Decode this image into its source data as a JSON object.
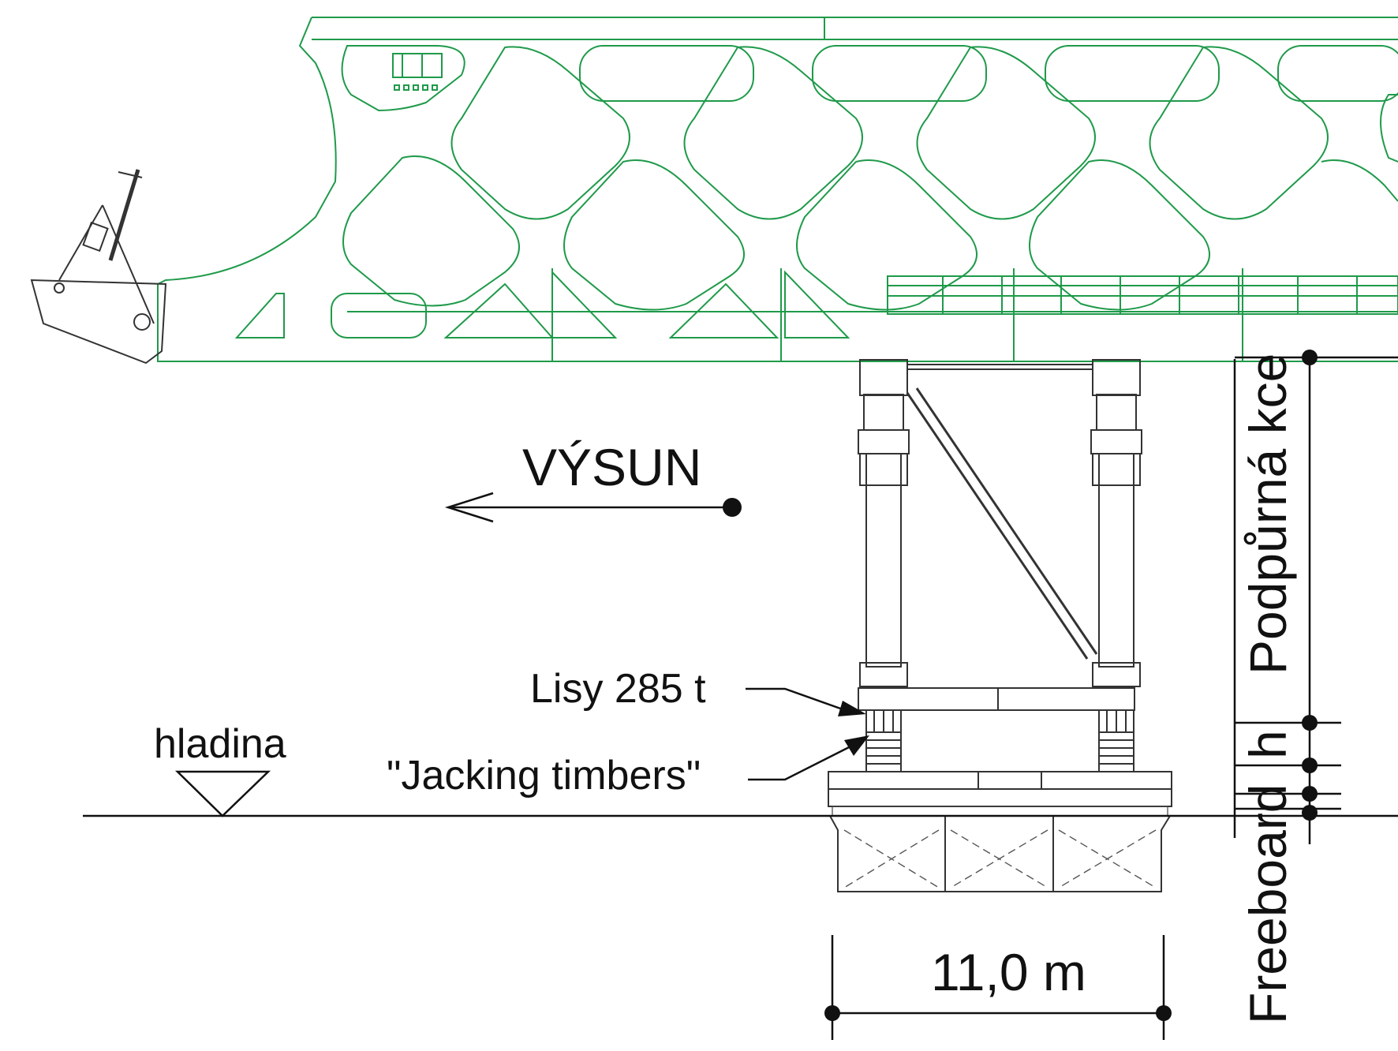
{
  "labels": {
    "direction": "VÝSUN",
    "water_level": "hladina",
    "jacks": "Lisy 285 t",
    "jacking_timbers": "\"Jacking timbers\"",
    "width_dimension": "11,0 m",
    "support_structure": "Podpůrná kce",
    "h": "h",
    "freeboard": "Freeboard"
  },
  "colors": {
    "truss": "#1f9a4a",
    "support": "#333333",
    "dimension": "#111111"
  }
}
